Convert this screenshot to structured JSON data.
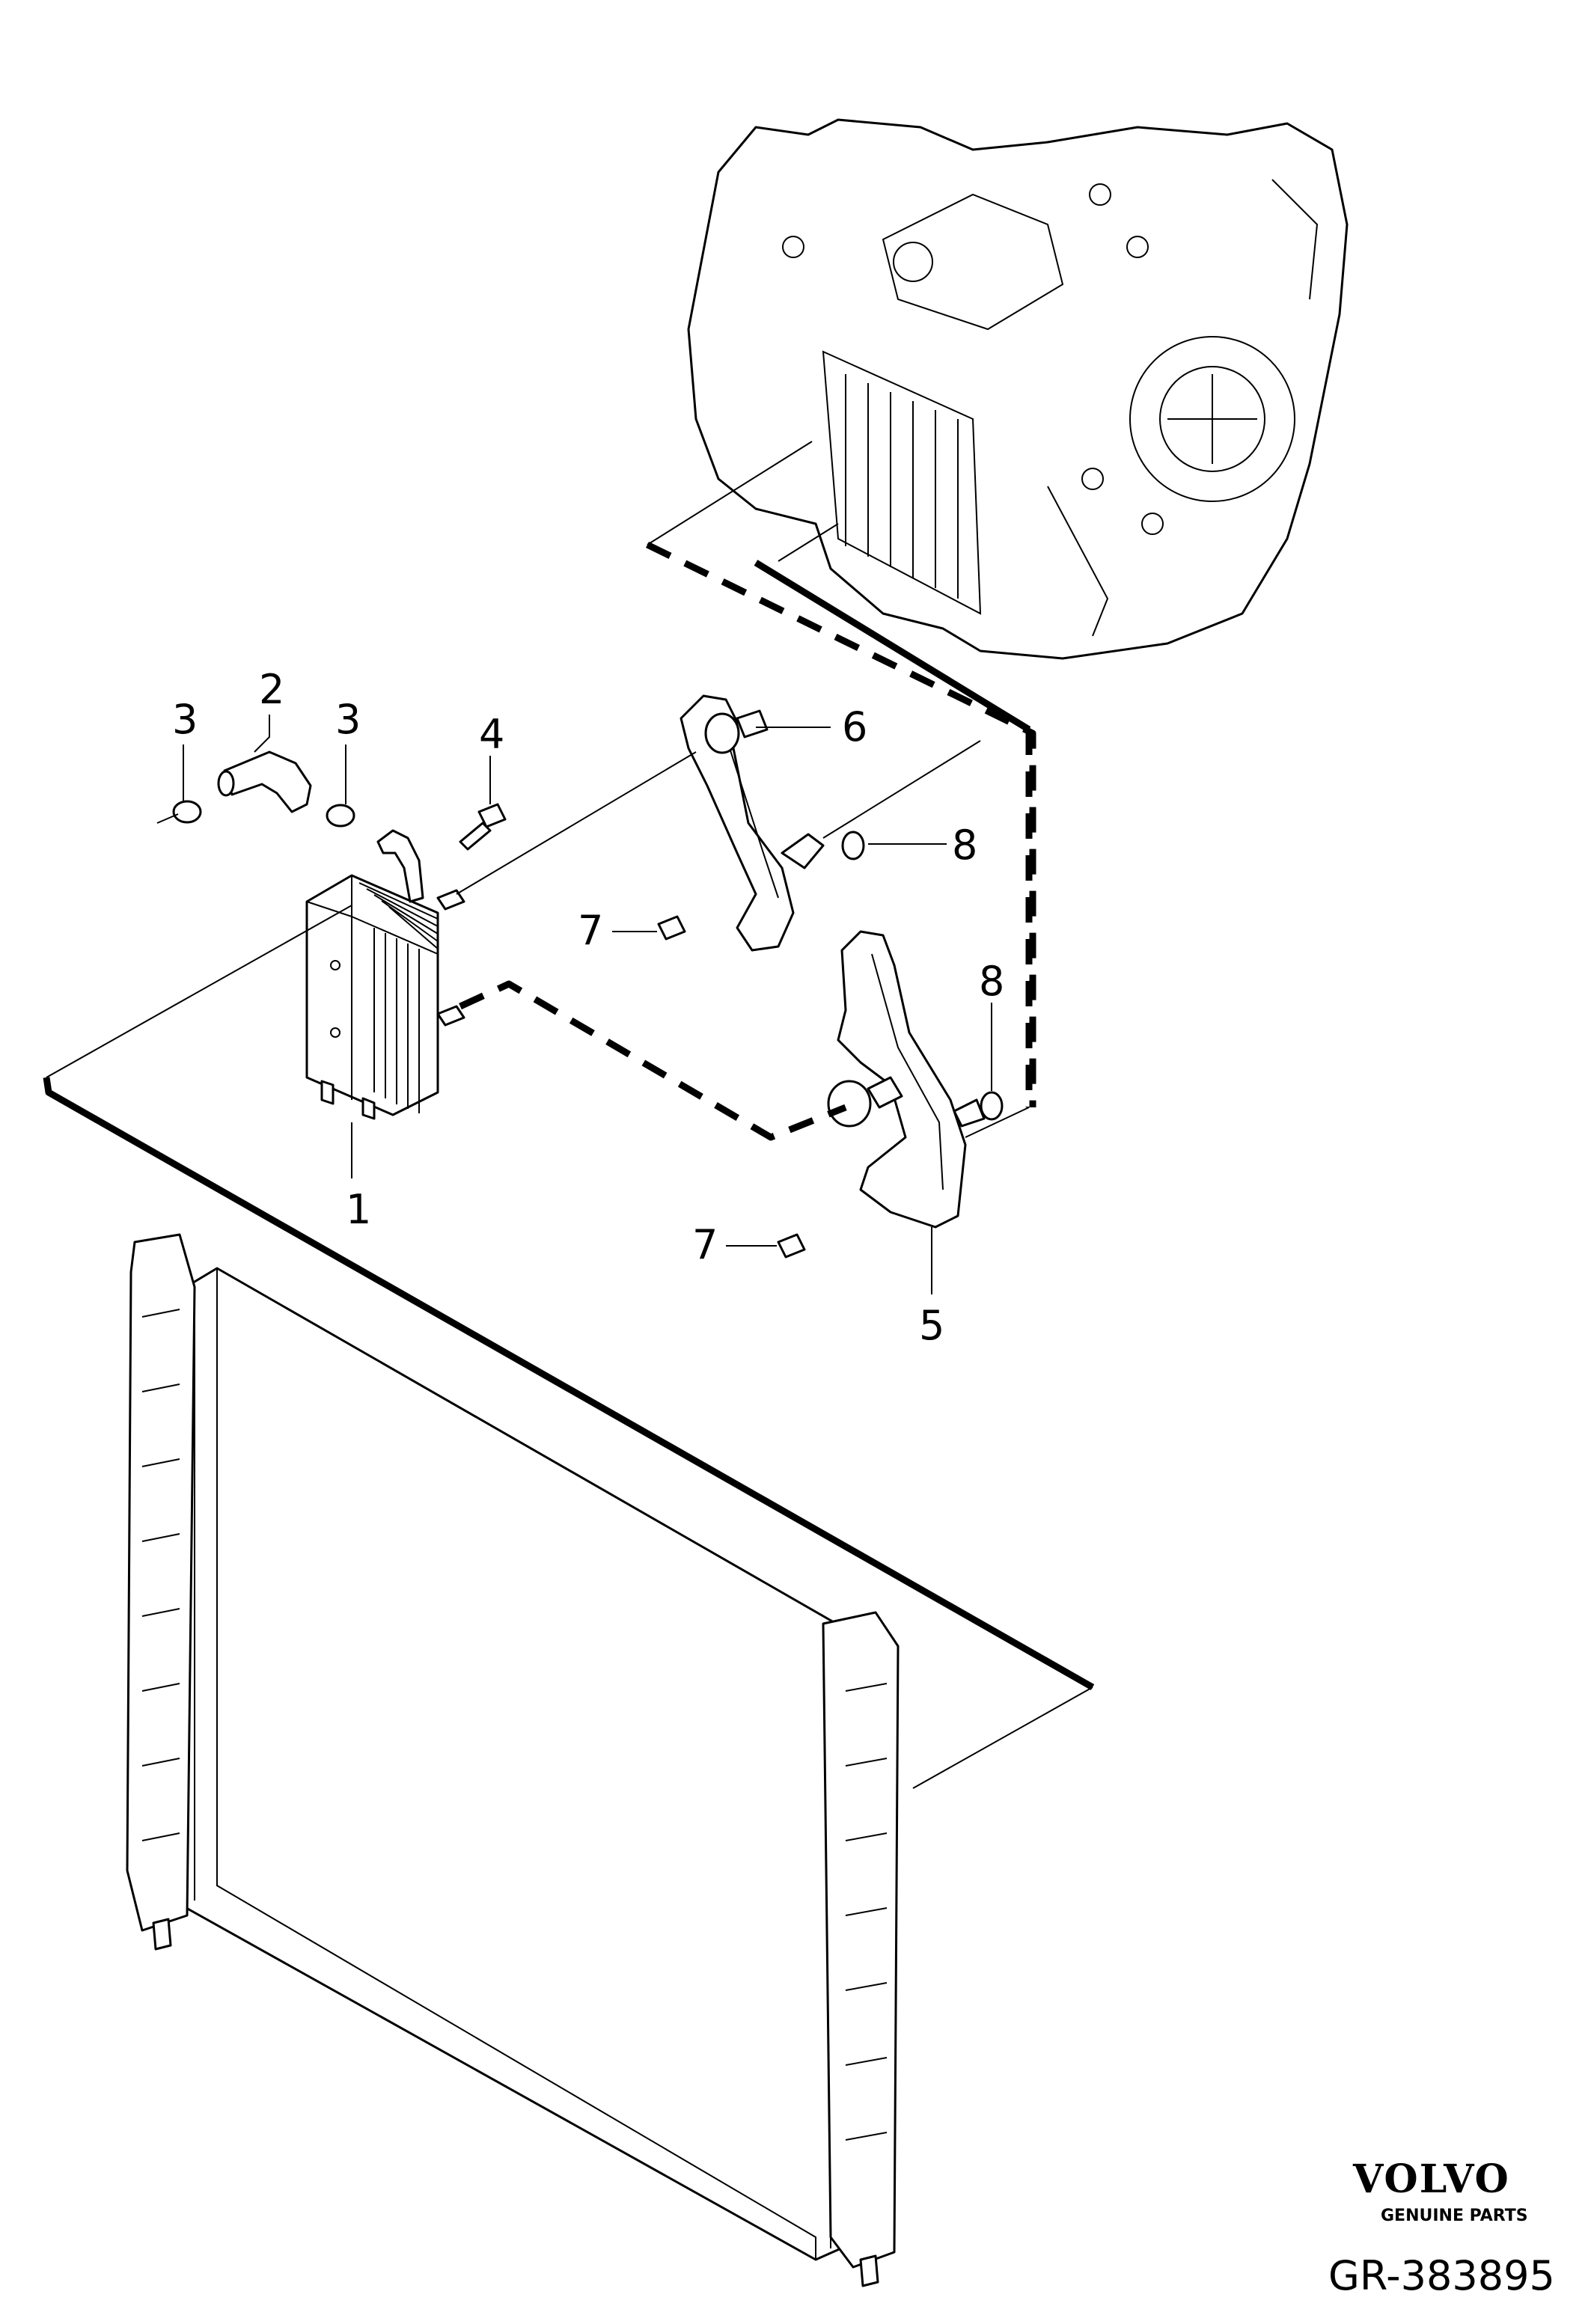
{
  "callouts": {
    "c1": "1",
    "c2": "2",
    "c3a": "3",
    "c3b": "3",
    "c4": "4",
    "c5": "5",
    "c6": "6",
    "c7a": "7",
    "c7b": "7",
    "c8a": "8",
    "c8b": "8"
  },
  "brand": {
    "name": "VOLVO",
    "tagline": "GENUINE PARTS"
  },
  "reference": "GR-383895"
}
